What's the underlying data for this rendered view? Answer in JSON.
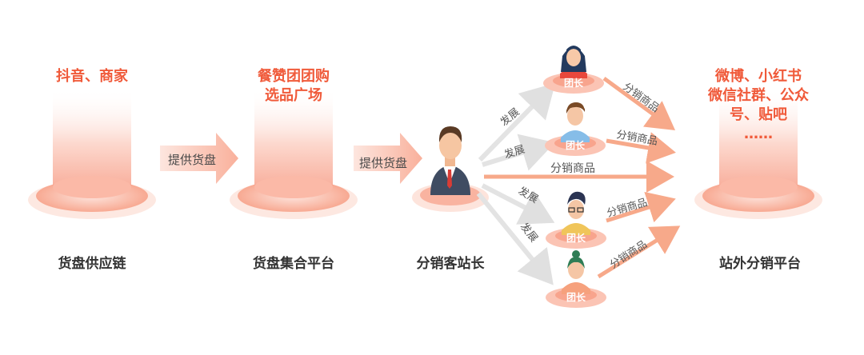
{
  "stages": [
    {
      "title_lines": [
        "抖音、商家"
      ],
      "label": "货盘供应链"
    },
    {
      "title_lines": [
        "餐赞团团购",
        "选品广场"
      ],
      "label": "货盘集合平台"
    },
    {
      "label": "分销客站长"
    },
    {
      "title_lines": [
        "微博、小红书",
        "微信社群、公众",
        "号、贴吧",
        "……"
      ],
      "label": "站外分销平台"
    }
  ],
  "links": {
    "supply": "提供货盘",
    "develop": "发展",
    "distribute": "分销商品"
  },
  "leaders": [
    {
      "label": "团长"
    },
    {
      "label": "团长"
    },
    {
      "label": "团长"
    },
    {
      "label": "团长"
    }
  ],
  "colors": {
    "accent": "#f05a3a",
    "arrow": "#f7a98a",
    "gray_arrow": "#e3e3e3",
    "platform": "#f9b4a3"
  }
}
